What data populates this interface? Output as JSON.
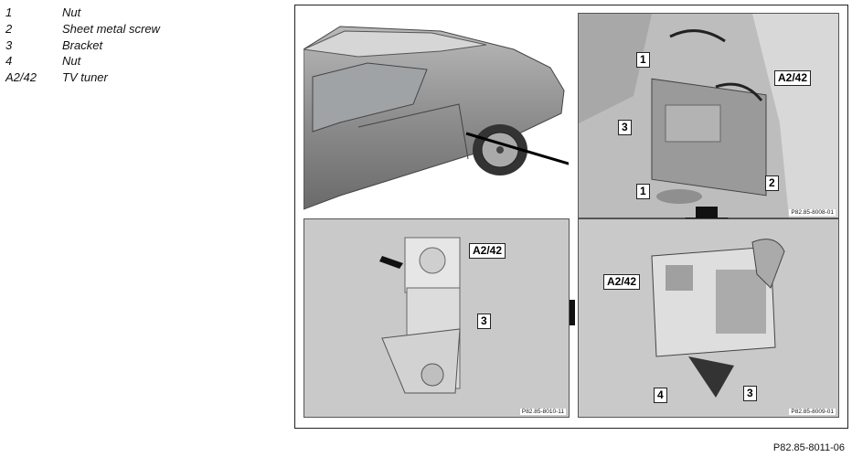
{
  "legend": [
    {
      "num": "1",
      "text": "Nut"
    },
    {
      "num": "2",
      "text": "Sheet metal screw"
    },
    {
      "num": "3",
      "text": "Bracket"
    },
    {
      "num": "4",
      "text": "Nut"
    },
    {
      "num": "A2/42",
      "text": "TV tuner"
    }
  ],
  "panels": {
    "top_right": {
      "refcode": "P82.85-8008-01",
      "callouts": {
        "c1a": "1",
        "c_a242": "A2/42",
        "c3": "3",
        "c2": "2",
        "c1b": "1"
      }
    },
    "bottom_right": {
      "refcode": "P82.85-8009-01",
      "callouts": {
        "c_a242": "A2/42",
        "c4": "4",
        "c3": "3"
      }
    },
    "bottom_left": {
      "refcode": "P82.85-8010-11",
      "callouts": {
        "c_a242": "A2/42",
        "c3": "3"
      }
    }
  },
  "footer_code": "P82.85-8011-06",
  "colors": {
    "panel_bg": "#c9c9c9",
    "arrow": "#111111"
  }
}
